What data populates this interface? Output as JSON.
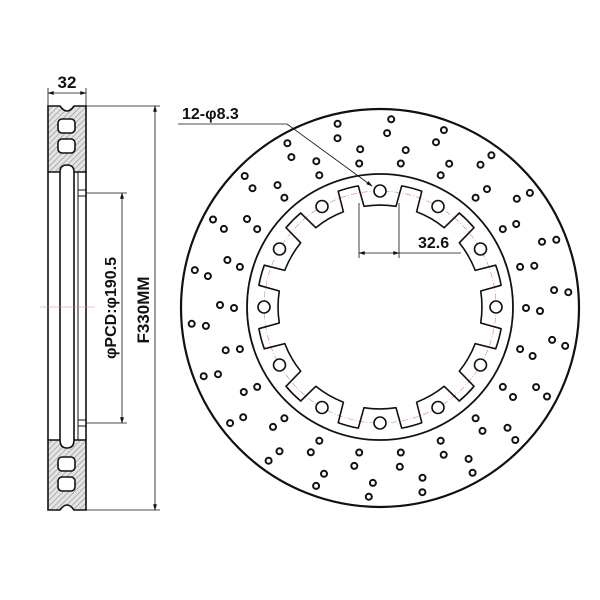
{
  "title": "Brake disc technical drawing",
  "colors": {
    "line": "#111111",
    "hatch": "#9a9a9a",
    "centerline": "#e07a8a",
    "background": "#ffffff"
  },
  "dimensions": {
    "thickness": "32",
    "outer_diameter": "F330MM",
    "pcd": "φPCD:φ190.5",
    "bolt_holes": "12-φ8.3",
    "slot_width": "32.6"
  },
  "disc": {
    "bolt_hole_count": 12,
    "slot_count": 12,
    "drilled_hole_count": 90
  }
}
